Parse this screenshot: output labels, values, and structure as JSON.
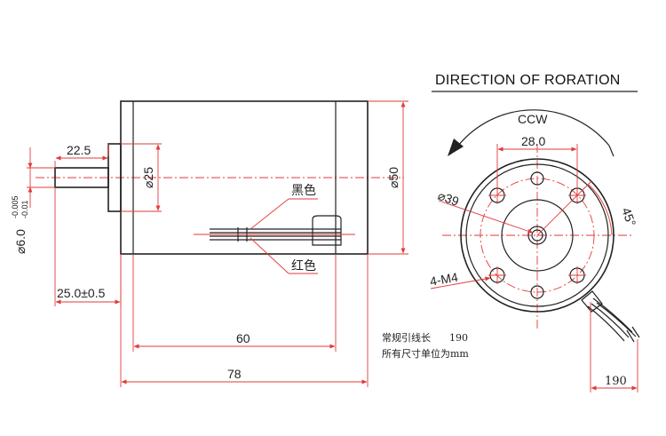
{
  "colors": {
    "dimension_line": "#e23a3a",
    "outline": "#222222"
  },
  "title": "DIRECTION OF RORATION",
  "rotation": "CCW",
  "side_view": {
    "shaft_length": "22.5",
    "boss_diameter": "⌀25",
    "body_diameter": "⌀50",
    "shaft_diameter": "⌀6.0",
    "shaft_tol_upper": "-0.005",
    "shaft_tol_lower": "-0.01",
    "shaft_position": "25.0±0.5",
    "body_length": "60",
    "overall_length": "78",
    "wire_black": "黑色",
    "wire_red": "红色"
  },
  "end_view": {
    "hole_spacing": "28.0",
    "pcd": "⌀39",
    "angle": "45°",
    "mount_holes": "4-M4",
    "lead_length_dim": "190"
  },
  "notes": {
    "line1_text": "常规引线长",
    "line1_value": "190",
    "line2_text": "所有尺寸单位为mm"
  }
}
